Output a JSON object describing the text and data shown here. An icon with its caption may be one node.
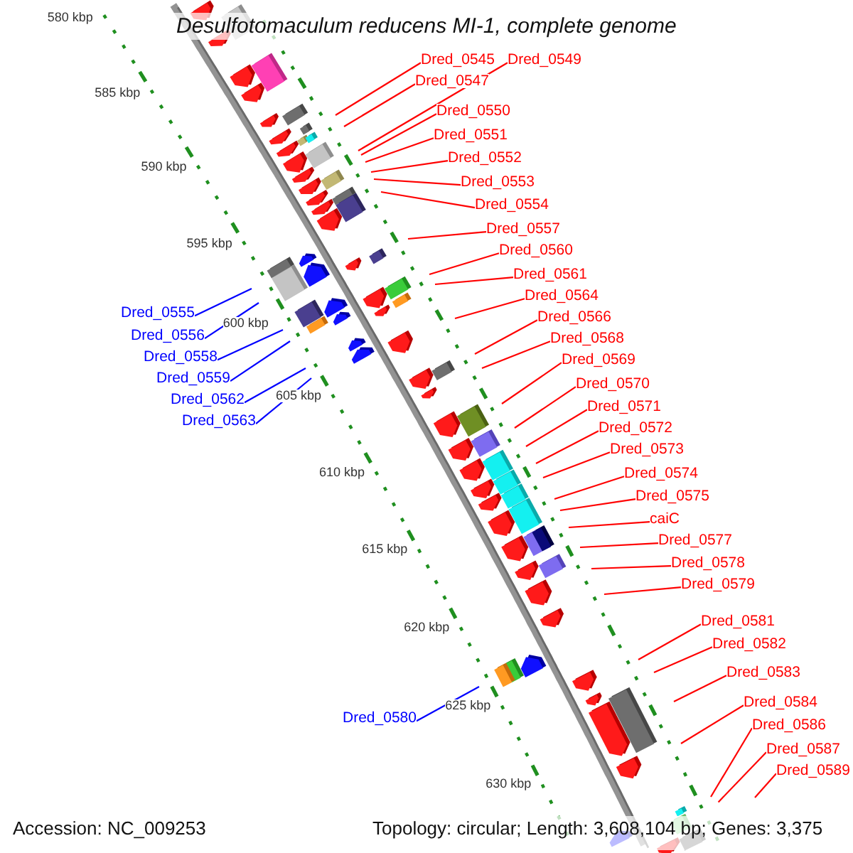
{
  "diagram": {
    "title": "Desulfotomaculum reducens MI-1, complete genome",
    "nodes": [
      {
        "text": [
          "Dred_0545"
        ]
      },
      {
        "text": [
          "Dred_0549"
        ]
      },
      {
        "text": [
          "Dred_0547"
        ]
      },
      {
        "text": [
          "Dred_0550"
        ]
      },
      {
        "text": [
          "Dred_0551"
        ]
      },
      {
        "text": [
          "Dred_0552"
        ]
      },
      {
        "text": [
          "Dred_0553"
        ]
      },
      {
        "text": [
          "Dred_0554"
        ]
      },
      {
        "text": [
          "Dred_0557"
        ]
      },
      {
        "text": [
          "Dred_0560"
        ]
      },
      {
        "text": [
          "Dred_0561"
        ]
      },
      {
        "text": [
          "Dred_0564"
        ]
      },
      {
        "text": [
          "Dred_0555"
        ]
      },
      {
        "text": [
          "Dred_0566"
        ]
      },
      {
        "text": [
          "Dred_0556"
        ]
      },
      {
        "text": [
          "Dred_0568"
        ]
      },
      {
        "text": [
          "Dred_0558"
        ]
      },
      {
        "text": [
          "Dred_0569"
        ]
      },
      {
        "text": [
          "Dred_0559"
        ]
      },
      {
        "text": [
          "Dred_0570"
        ]
      },
      {
        "text": [
          "Dred_0562"
        ]
      },
      {
        "text": [
          "Dred_0571"
        ]
      },
      {
        "text": [
          "Dred_0563"
        ]
      },
      {
        "text": [
          "Dred_0572"
        ]
      },
      {
        "text": [
          "Dred_0573"
        ]
      },
      {
        "text": [
          "Dred_0574"
        ]
      },
      {
        "text": [
          "Dred_0575"
        ]
      },
      {
        "text": [
          "caiC"
        ]
      },
      {
        "text": [
          "Dred_0577"
        ]
      },
      {
        "text": [
          "Dred_0578"
        ]
      },
      {
        "text": [
          "Dred_0579"
        ]
      },
      {
        "text": [
          "Dred_0581"
        ]
      },
      {
        "text": [
          "Dred_0582"
        ]
      },
      {
        "text": [
          "Dred_0583"
        ]
      },
      {
        "text": [
          "Dred_0584"
        ]
      },
      {
        "text": [
          "Dred_0580"
        ]
      },
      {
        "text": [
          "Dred_0586"
        ]
      },
      {
        "text": [
          "Dred_0587"
        ]
      },
      {
        "text": [
          "Dred_0589"
        ]
      }
    ],
    "edges": [
      {
        "from": 0,
        "to": null,
        "arrow": "none"
      },
      {
        "from": 1,
        "to": null,
        "arrow": "none"
      },
      {
        "from": 2,
        "to": null,
        "arrow": "none"
      },
      {
        "from": 3,
        "to": null,
        "arrow": "none"
      },
      {
        "from": 4,
        "to": null,
        "arrow": "none"
      },
      {
        "from": 5,
        "to": null,
        "arrow": "none"
      },
      {
        "from": 6,
        "to": null,
        "arrow": "none"
      },
      {
        "from": 7,
        "to": null,
        "arrow": "none"
      },
      {
        "from": 8,
        "to": null,
        "arrow": "none"
      },
      {
        "from": 9,
        "to": null,
        "arrow": "none"
      },
      {
        "from": 10,
        "to": null,
        "arrow": "none"
      },
      {
        "from": 11,
        "to": null,
        "arrow": "none"
      },
      {
        "from": 12,
        "to": null,
        "arrow": "none",
        "color": "#0000ff"
      },
      {
        "from": 13,
        "to": null,
        "arrow": "none"
      },
      {
        "from": 14,
        "to": null,
        "arrow": "none",
        "color": "#0000ff"
      },
      {
        "from": 15,
        "to": null,
        "arrow": "none"
      },
      {
        "from": 16,
        "to": null,
        "arrow": "none",
        "color": "#0000ff"
      },
      {
        "from": 17,
        "to": null,
        "arrow": "none"
      },
      {
        "from": 18,
        "to": null,
        "arrow": "none",
        "color": "#0000ff"
      },
      {
        "from": 19,
        "to": null,
        "arrow": "none"
      },
      {
        "from": 20,
        "to": null,
        "arrow": "none",
        "color": "#0000ff"
      },
      {
        "from": 21,
        "to": null,
        "arrow": "none"
      },
      {
        "from": 22,
        "to": null,
        "arrow": "none",
        "color": "#0000ff"
      },
      {
        "from": 23,
        "to": null,
        "arrow": "none"
      },
      {
        "from": 24,
        "to": null,
        "arrow": "none"
      },
      {
        "from": 25,
        "to": null,
        "arrow": "none"
      },
      {
        "from": 26,
        "to": null,
        "arrow": "none"
      },
      {
        "from": 27,
        "to": null,
        "arrow": "none"
      },
      {
        "from": 28,
        "to": null,
        "arrow": "none"
      },
      {
        "from": 29,
        "to": null,
        "arrow": "none"
      },
      {
        "from": 30,
        "to": null,
        "arrow": "none"
      },
      {
        "from": 31,
        "to": null,
        "arrow": "none"
      },
      {
        "from": 32,
        "to": null,
        "arrow": "none"
      },
      {
        "from": 33,
        "to": null,
        "arrow": "none"
      },
      {
        "from": 34,
        "to": null,
        "arrow": "none"
      },
      {
        "from": 35,
        "to": null,
        "arrow": "none",
        "color": "#0000ff"
      },
      {
        "from": 36,
        "to": null,
        "arrow": "none"
      },
      {
        "from": 37,
        "to": null,
        "arrow": "none"
      },
      {
        "from": 38,
        "to": null,
        "arrow": "none"
      }
    ],
    "labels": [
      "580 kbp",
      "585 kbp",
      "590 kbp",
      "595 kbp",
      "600 kbp",
      "605 kbp",
      "610 kbp",
      "615 kbp",
      "620 kbp",
      "625 kbp",
      "630 kbp",
      "Accession: NC_009253",
      "Topology: circular; Length: 3,608,104 bp; Genes: 3,375"
    ]
  }
}
